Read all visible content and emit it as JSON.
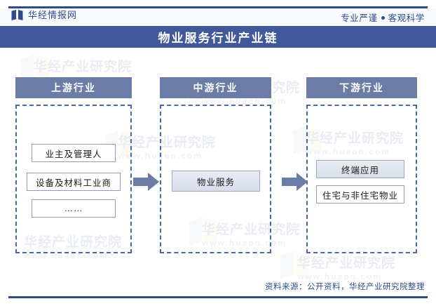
{
  "header": {
    "brand_name": "华经情报网",
    "brand_logo_icon": "open-book-icon",
    "tagline_left": "专业严谨",
    "tagline_separator": "●",
    "tagline_right": "客观科学"
  },
  "title": {
    "text": "物业服务行业产业链"
  },
  "columns": [
    {
      "id": "upstream",
      "head_label": "上游行业",
      "nodes": [
        {
          "label": "业主及管理人",
          "style": "plain"
        },
        {
          "label": "设备及材料工业商",
          "style": "plain"
        },
        {
          "label": "……",
          "style": "plain"
        }
      ]
    },
    {
      "id": "midstream",
      "head_label": "中游行业",
      "nodes": [
        {
          "label": "物业服务",
          "style": "shaded"
        }
      ]
    },
    {
      "id": "downstream",
      "head_label": "下游行业",
      "nodes": [
        {
          "label": "终端应用",
          "style": "shaded"
        },
        {
          "label": "住宅与非住宅物业",
          "style": "plain"
        }
      ]
    }
  ],
  "arrows": [
    {
      "id": "arrow-upstream-to-midstream",
      "icon": "arrow-right-icon"
    },
    {
      "id": "arrow-midstream-to-downstream",
      "icon": "arrow-right-icon"
    }
  ],
  "footer": {
    "source_note": "资料来源：公开资料，华经产业研究院整理"
  },
  "watermarks": [
    {
      "cn": "华经产业研究院",
      "url": "www.huaon.com"
    }
  ],
  "colors": {
    "accent_navy": "#2f4b8c",
    "title_band": "#41589a",
    "column_head": "#6b7ca6",
    "dashed_border": "#4a68a8",
    "node_border": "#8e9cbd",
    "arrow_fill": "#6b7ca6",
    "watermark": "#e9ecf2"
  }
}
